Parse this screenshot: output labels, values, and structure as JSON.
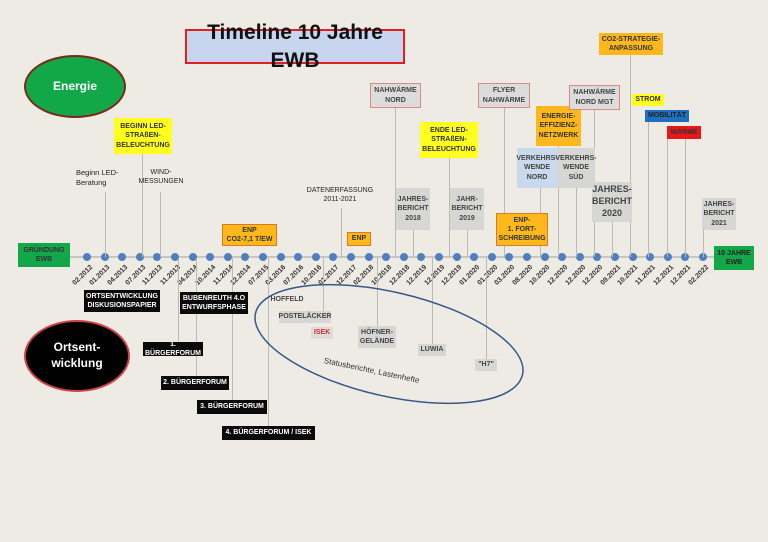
{
  "title": "Timeline 10 Jahre EWB",
  "categories": {
    "energie": "Energie",
    "ortsentwicklung": "Ortsent-\nwicklung"
  },
  "start": "GRÜNDUNG\nEWB",
  "end": "10 JAHRE\nEWB",
  "dates": [
    "02.2012",
    "01.2013",
    "04.2013",
    "07.2013",
    "11.2013",
    "11.2013",
    "04.2014",
    "10.2014",
    "11.2014",
    "12.2014",
    "07.2015",
    "03.2016",
    "07.2016",
    "10.2016",
    "01.2017",
    "12.2017",
    "02.2018",
    "10.2018",
    "12.2018",
    "12.2019",
    "12.2019",
    "12.2019",
    "01.2020",
    "01.2020",
    "03.2020",
    "08.2020",
    "10.2020",
    "12.2020",
    "12.2020",
    "12.2020",
    "09.2021",
    "10.2021",
    "11.2021",
    "12.2021",
    "12.2021",
    "02.2022"
  ],
  "energie": {
    "led_beratung": "Beginn LED-\nBeratung",
    "led_start": "BEGINN LED-\nSTRAßEN-\nBELEUCHTUNG",
    "wind": "WIND-\nMESSUNGEN",
    "datenerfassung": "DATENERFASSUNG\n2011-2021",
    "enp_co2": "ENP\nCO2-7,1 T/EW",
    "enp": "ENP",
    "nahwaerme_nord": "NAHWÄRME\nNORD",
    "jb2018": "JAHRES-\nBERICHT\n2018",
    "led_ende": "ENDE LED-\nSTRAßEN-\nBELEUCHTUNG",
    "jb2019": "JAHR-\nBERICHT\n2019",
    "flyer": "FLYER\nNAHWÄRME",
    "enp_fort": "ENP-\n1. FORT-\nSCHREIBUNG",
    "effizienz": "ENERGIE-\nEFFIZIENZ-\nNETZWERK",
    "vw_nord": "VERKEHRS-\nWENDE\nNORD",
    "vw_sued": "VERKEHRS-\nWENDE\nSÜD",
    "nahwaerme_mgt": "NAHWÄRME\nNORD MGT",
    "jb2020": "JAHRES-\nBERICHT\n2020",
    "co2_strategie": "CO2-STRATEGIE-\nANPASSUNG",
    "strom": "STROM",
    "mobilitaet": "MOBILITÄT",
    "waerme": "WÄRME",
    "jb2021": "JAHRES-\nBERICHT\n2021"
  },
  "ortsentwicklung": {
    "diskussion": "ORTSENTWICKLUNG\nDISKUSIONSPAPIER",
    "bubenreuth": "BUBENREUTH 4.O\nENTWURFSPHASE",
    "bf1": "1. BÜRGERFORUM",
    "bf2": "2. BÜRGERFORUM",
    "bf3": "3. BÜRGERFORUM",
    "bf4": "4. BÜRGERFORUM / ISEK",
    "hoffeld": "HOFFELD",
    "postelaecker": "POSTELÄCKER",
    "isek": "ISEK",
    "hoefner": "HÖFNER-\nGELÄNDE",
    "luwia": "LUWIA",
    "h7": "\"H7\"",
    "status": "Statusberichte, Lastenhefte"
  },
  "colors": {
    "green": "#12a84a",
    "axis_dot": "#4f7fc0",
    "title_bg": "#c7d6ee",
    "title_border": "#e02020",
    "ellipse": "#34598a"
  }
}
